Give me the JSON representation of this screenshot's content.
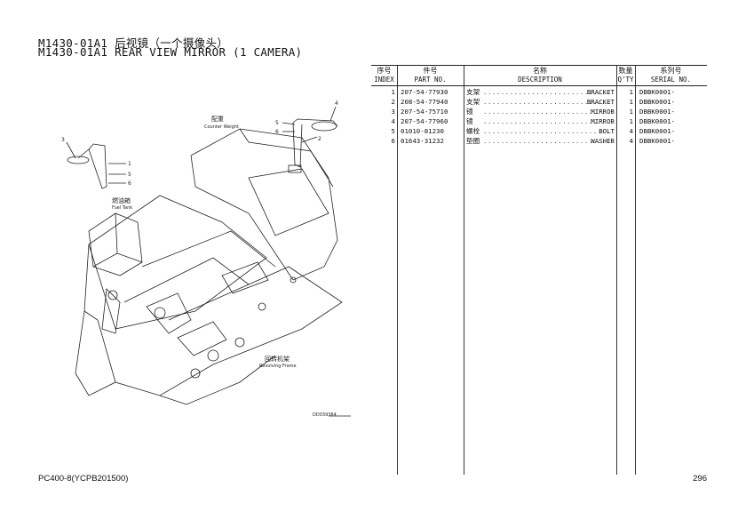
{
  "header": {
    "title_zh": "M1430-01A1 后视镜（一个摄像头）",
    "title_en": "M1430-01A1 REAR VIEW MIRROR (1 CAMERA)"
  },
  "table": {
    "columns": [
      {
        "zh": "序号",
        "en": "INDEX"
      },
      {
        "zh": "件号",
        "en": "PART NO."
      },
      {
        "zh": "名称",
        "en": "DESCRIPTION"
      },
      {
        "zh": "数量",
        "en": "Q'TY"
      },
      {
        "zh": "系列号",
        "en": "SERIAL NO."
      }
    ],
    "rows": [
      {
        "index": "1",
        "part_no": "207-54-77930",
        "desc_zh": "支架",
        "dots": "...............................",
        "desc_en": "BRACKET",
        "qty": "1",
        "serial": "DBBK0001-"
      },
      {
        "index": "2",
        "part_no": "208-54-77940",
        "desc_zh": "支架",
        "dots": "...............................",
        "desc_en": "BRACKET",
        "qty": "1",
        "serial": "DBBK0001-"
      },
      {
        "index": "3",
        "part_no": "207-54-75710",
        "desc_zh": "镜",
        "dots": ".................................",
        "desc_en": "MIRROR",
        "qty": "1",
        "serial": "DBBK0001-"
      },
      {
        "index": "4",
        "part_no": "207-54-77960",
        "desc_zh": "镜",
        "dots": ".................................",
        "desc_en": "MIRROR",
        "qty": "1",
        "serial": "DBBK0001-"
      },
      {
        "index": "5",
        "part_no": "01010-81230",
        "desc_zh": "螺栓",
        "dots": "..................................",
        "desc_en": "BOLT",
        "qty": "4",
        "serial": "DBBK0001-"
      },
      {
        "index": "6",
        "part_no": "01643-31232",
        "desc_zh": "垫圈",
        "dots": "................................",
        "desc_en": "WASHER",
        "qty": "4",
        "serial": "DBBK0001-"
      }
    ]
  },
  "drawing": {
    "counterweight_zh": "配重",
    "counterweight_en": "Counter Weight",
    "fueltank_zh": "燃油箱",
    "fueltank_en": "Fuel Tank",
    "frame_zh": "回转机架",
    "frame_en": "Revolving Frame",
    "drawing_code": "DD039384",
    "callouts": [
      "1",
      "2",
      "3",
      "4",
      "5",
      "6",
      "5",
      "6"
    ]
  },
  "footer": {
    "model": "PC400-8(YCPB201500)",
    "page": "296"
  }
}
